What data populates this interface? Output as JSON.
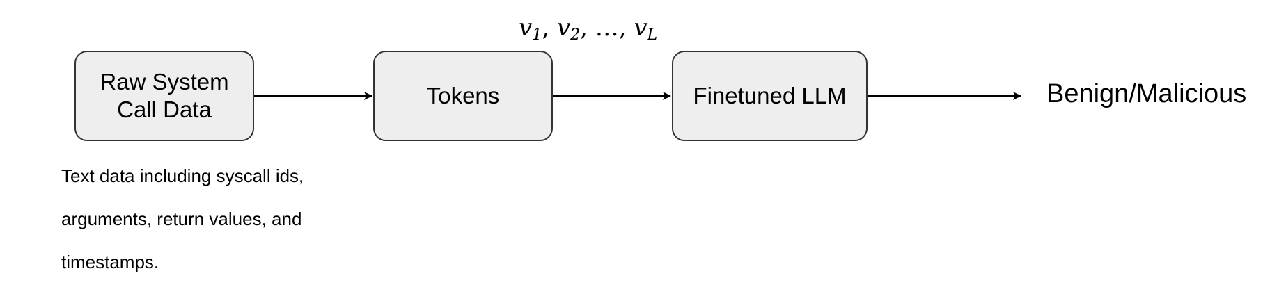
{
  "nodes": {
    "raw": "Raw System\nCall Data",
    "tokens": "Tokens",
    "llm": "Finetuned  LLM",
    "output": "Benign/Malicious"
  },
  "token_sequence": {
    "symbol": "v",
    "sub_1": "1",
    "sub_2": "2",
    "sub_L": "L",
    "sep": ", ",
    "ellipsis": "…"
  },
  "description": {
    "lines": [
      "Text data including syscall ids,",
      "arguments, return values, and",
      "timestamps."
    ]
  },
  "colors": {
    "box_fill": "#eeeeee",
    "box_stroke": "#333333",
    "arrow": "#000000",
    "text": "#000000"
  }
}
